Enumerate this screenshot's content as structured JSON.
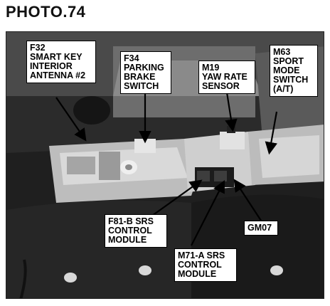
{
  "title": "PHOTO.74",
  "callouts": {
    "f32": "F32\nSMART KEY\nINTERIOR\nANTENNA #2",
    "f34": "F34\nPARKING\nBRAKE\nSWITCH",
    "m19": "M19\nYAW RATE\nSENSOR",
    "m63": "M63\nSPORT\nMODE\nSWITCH\n(A/T)",
    "f81": "F81-B SRS\nCONTROL\nMODULE",
    "gm07": "GM07",
    "m71": "M71-A SRS\nCONTROL\nMODULE"
  }
}
